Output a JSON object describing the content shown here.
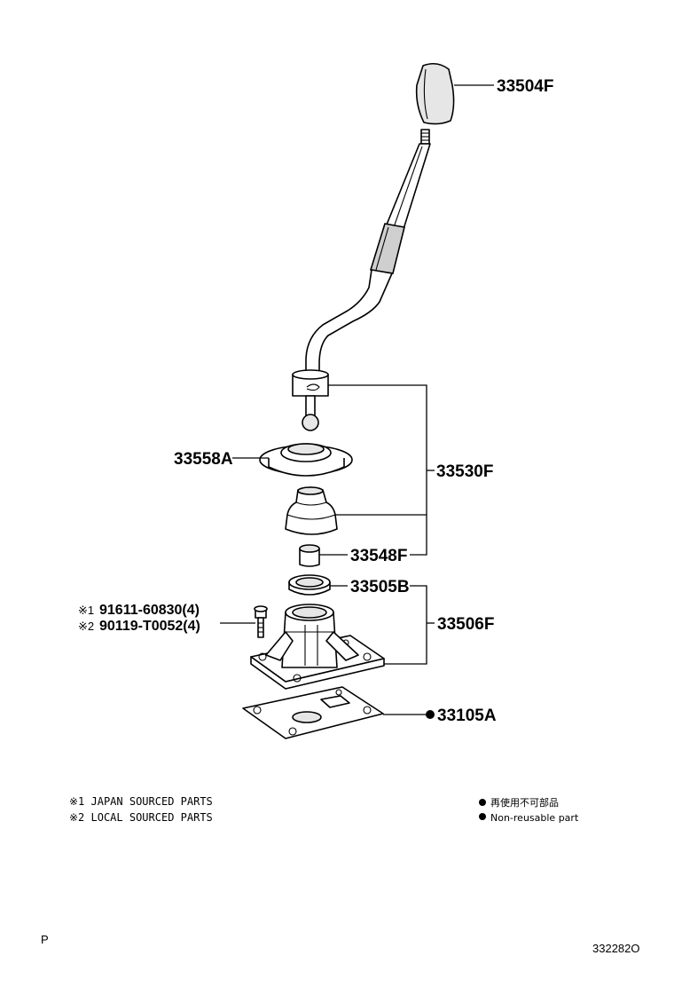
{
  "parts": {
    "knob": "33504F",
    "lever_assy": "33530F",
    "retainer": "33558A",
    "bushing": "33548F",
    "seat": "33505B",
    "housing": "33506F",
    "gasket": "33105A"
  },
  "bolts": {
    "mark1": "※1",
    "bolt1": "91611-60830(4)",
    "mark2": "※2",
    "bolt2": "90119-T0052(4)"
  },
  "notes": {
    "note1": "※1  JAPAN SOURCED PARTS",
    "note2": "※2  LOCAL SOURCED PARTS"
  },
  "legend": {
    "ja": "再使用不可部品",
    "en": "Non-reusable part"
  },
  "footer": {
    "left": "P",
    "right": "332282O"
  }
}
